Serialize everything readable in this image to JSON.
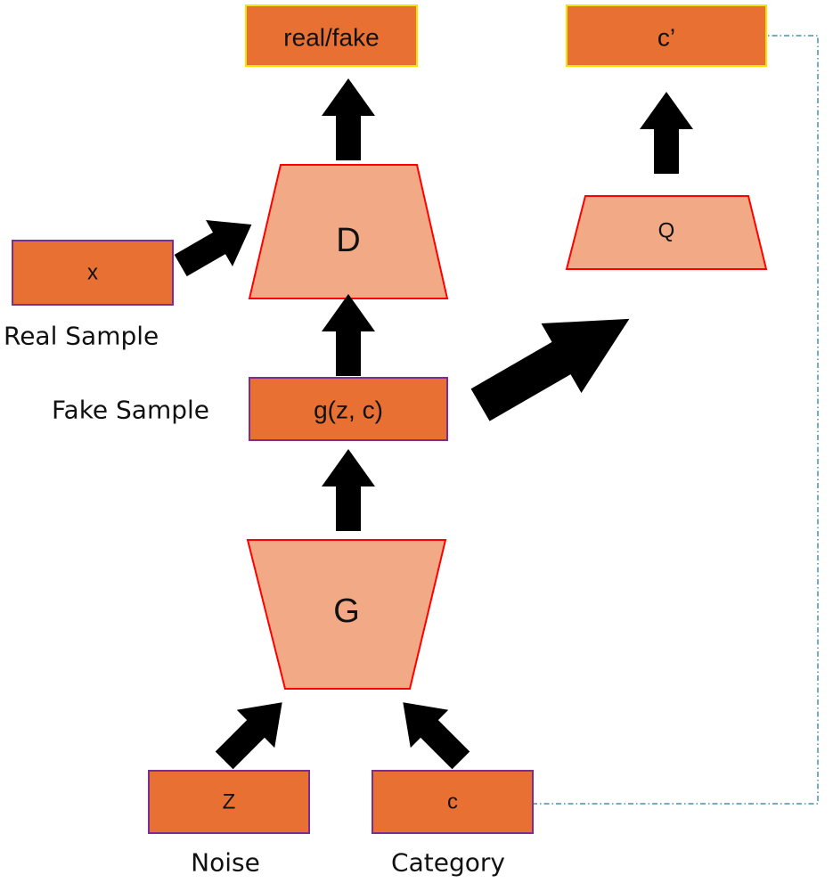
{
  "colors": {
    "box_fill": "#E87033",
    "box_border_purple": "#7B2E8F",
    "box_border_yellow": "#F5E400",
    "trapezoid_fill": "#F2A985",
    "trapezoid_border": "#FF0000",
    "arrow": "#000000",
    "dashed_line": "#4A8FA8"
  },
  "nodes": {
    "real_fake": "real/fake",
    "c_prime": "c’",
    "x": "x",
    "g_zc": "g(z, c)",
    "z": "Z",
    "c": "c",
    "discriminator": "D",
    "q_network": "Q",
    "generator": "G"
  },
  "captions": {
    "real_sample": "Real Sample",
    "fake_sample": "Fake Sample",
    "noise": "Noise",
    "category": "Category"
  }
}
